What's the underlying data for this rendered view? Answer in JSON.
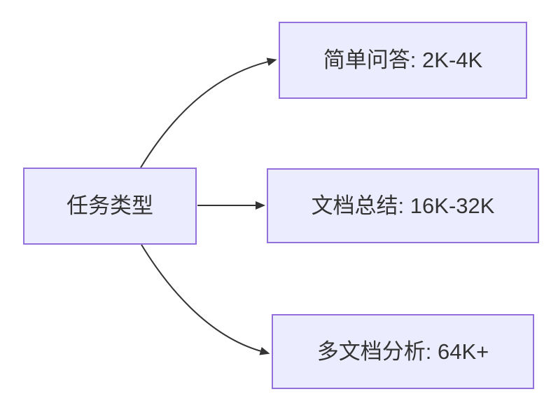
{
  "diagram": {
    "title": "task-type-to-context-size flowchart",
    "root": {
      "id": "task-type",
      "label": "任务类型"
    },
    "children": [
      {
        "id": "simple-qa",
        "label": "简单问答: 2K-4K"
      },
      {
        "id": "doc-summary",
        "label": "文档总结: 16K-32K"
      },
      {
        "id": "multi-doc-analysis",
        "label": "多文档分析: 64K+"
      }
    ],
    "edges": [
      {
        "from": "任务类型",
        "to": "简单问答: 2K-4K",
        "arrow": "filled-triangle"
      },
      {
        "from": "任务类型",
        "to": "文档总结: 16K-32K",
        "arrow": "filled-triangle"
      },
      {
        "from": "任务类型",
        "to": "多文档分析: 64K+",
        "arrow": "filled-triangle"
      }
    ],
    "colors": {
      "node_fill": "#ECECFF",
      "node_border": "#9370DB",
      "edge_color": "#333333",
      "text_color": "#333333",
      "canvas_bg": "#ffffff"
    }
  }
}
